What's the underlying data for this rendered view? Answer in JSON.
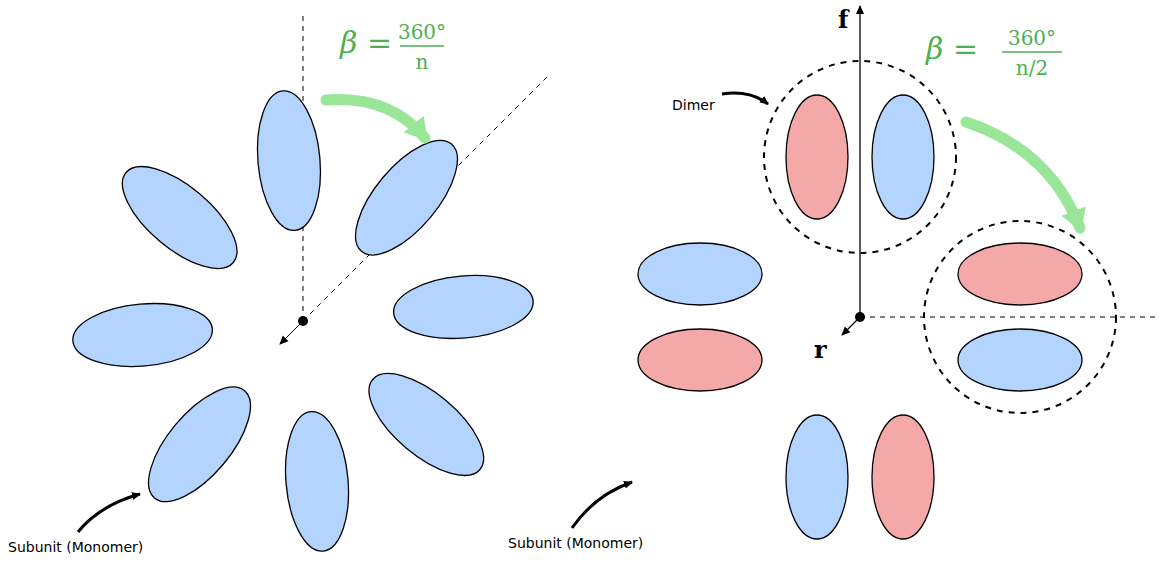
{
  "diagram": {
    "labels": [
      "β =",
      "360°",
      "n",
      "Subunit (Monomer)",
      "Dimer",
      "β =",
      "360°",
      "n/2",
      "f",
      "r",
      "Subunit (Monomer)"
    ]
  }
}
